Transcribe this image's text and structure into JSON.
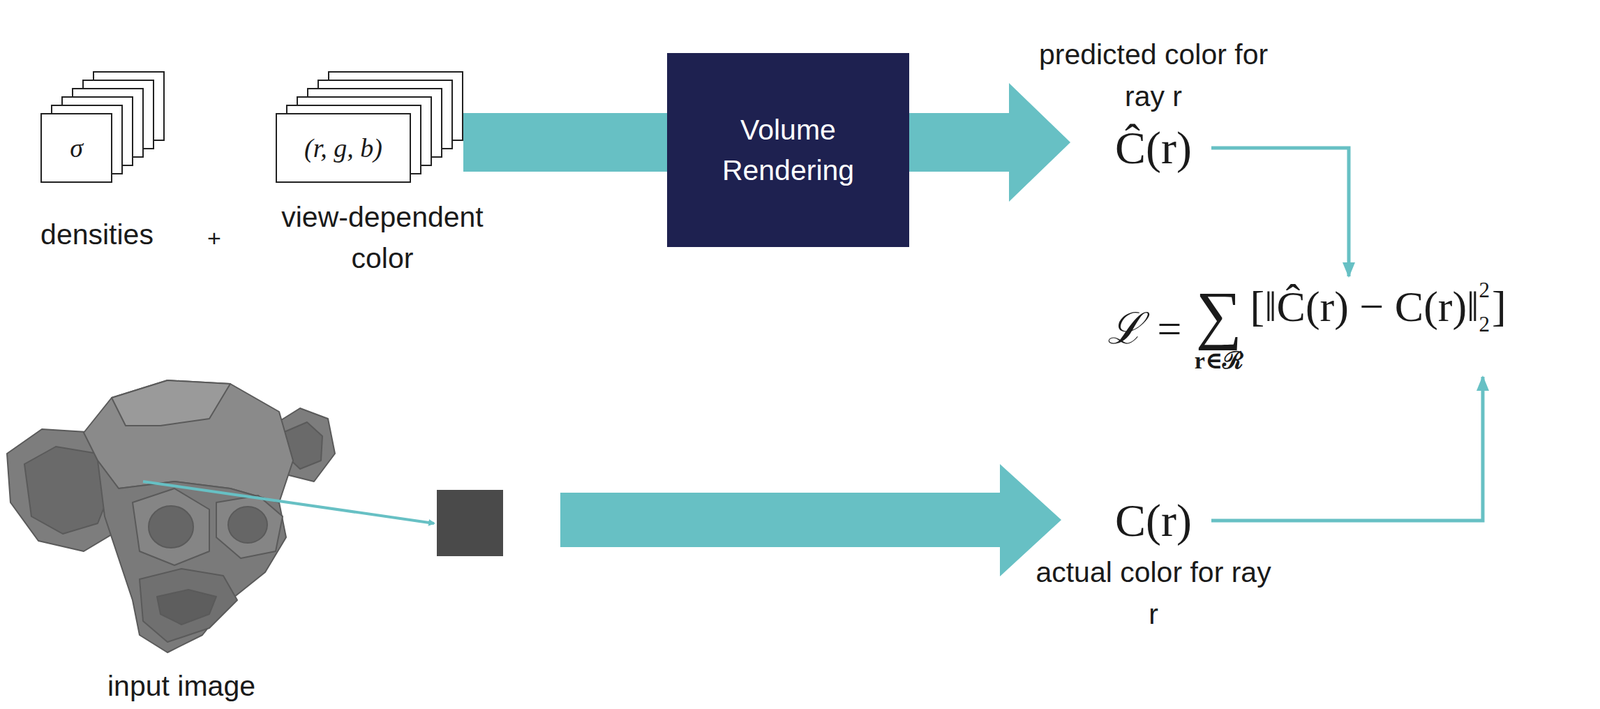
{
  "diagram": {
    "nodes": [
      {
        "text": [
          "σ",
          "densities"
        ]
      },
      {
        "text": [
          "(r, g, b)",
          "view-dependent color"
        ]
      },
      {
        "text": [
          "Volume Rendering"
        ]
      },
      {
        "text": [
          "predicted color for ray r",
          "Ĉ(r)"
        ]
      },
      {
        "text": [
          "ℒ =",
          "∑",
          "r∈ℛ",
          "[‖Ĉ(r) − C(r)‖",
          "2",
          "2",
          "]"
        ]
      },
      {
        "text": [
          "C(r)",
          "actual color for ray r"
        ]
      }
    ],
    "edges": [
      {
        "from": 1,
        "to": 2,
        "arrow": "none"
      },
      {
        "from": 2,
        "to": 3,
        "arrow": "to"
      },
      {
        "from": 3,
        "to": 4,
        "arrow": "to"
      },
      {
        "from": 5,
        "to": 4,
        "arrow": "to"
      }
    ],
    "labels": [
      "+",
      "input image"
    ]
  }
}
